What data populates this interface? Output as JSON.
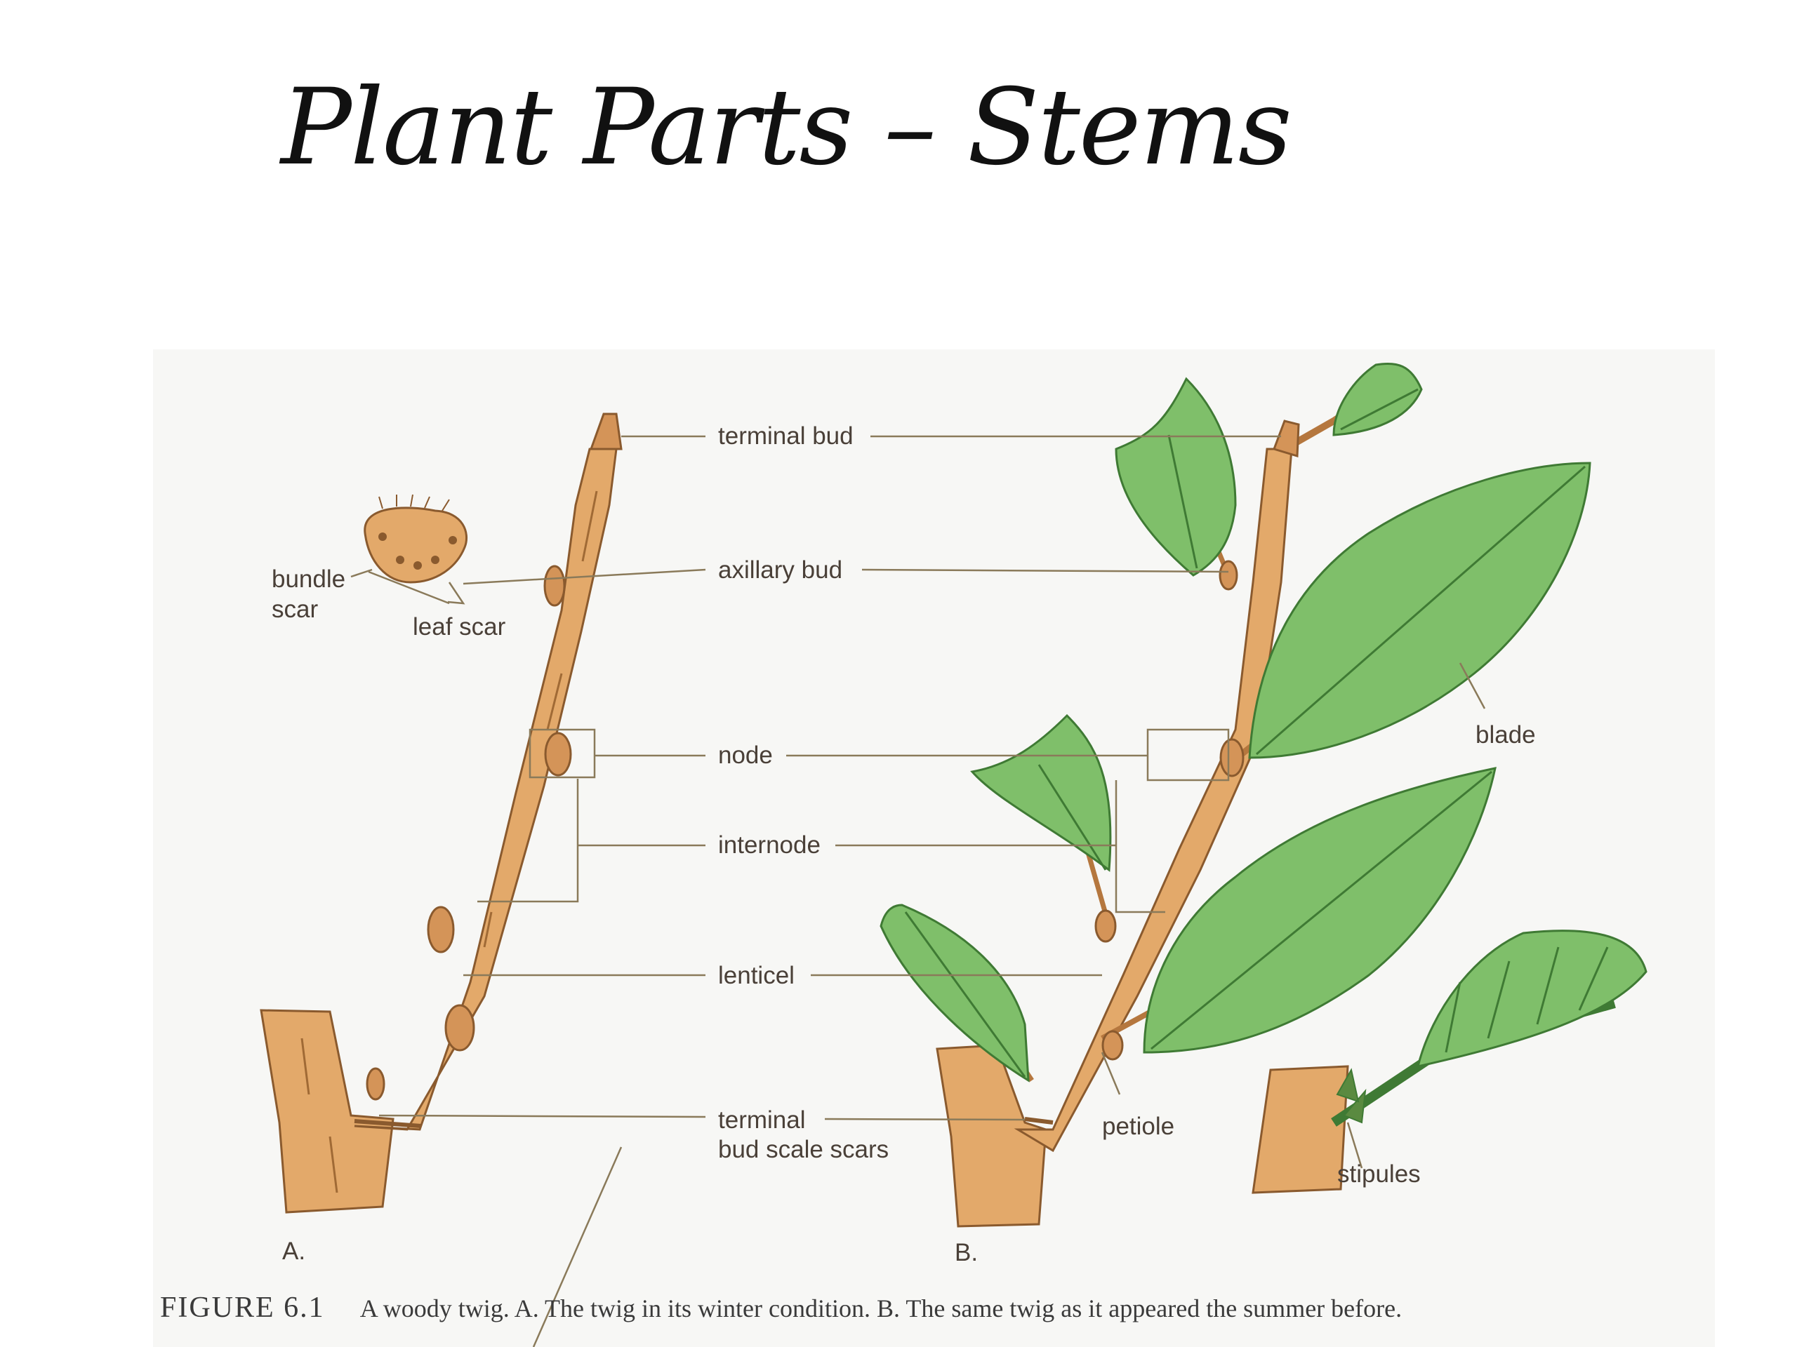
{
  "title": "Plant Parts – Stems",
  "labels": {
    "terminal_bud": "terminal bud",
    "axillary_bud": "axillary bud",
    "node": "node",
    "internode": "internode",
    "lenticel": "lenticel",
    "terminal_bud_scale_scars_1": "terminal",
    "terminal_bud_scale_scars_2": "bud scale scars",
    "bundle_scar_1": "bundle",
    "bundle_scar_2": "scar",
    "leaf_scar": "leaf scar",
    "blade": "blade",
    "petiole": "petiole",
    "stipules": "stipules",
    "panel_a": "A.",
    "panel_b": "B."
  },
  "caption": {
    "figure": "FIGURE 6.1",
    "text": "A woody twig. A. The twig in its winter condition. B. The same twig as it appeared the summer before."
  },
  "colors": {
    "twig": "#e3a96a",
    "twig_dark": "#b5773e",
    "leaf": "#7fbf6a",
    "leaf_dark": "#3f7a34",
    "leader": "#8a7a5a"
  }
}
